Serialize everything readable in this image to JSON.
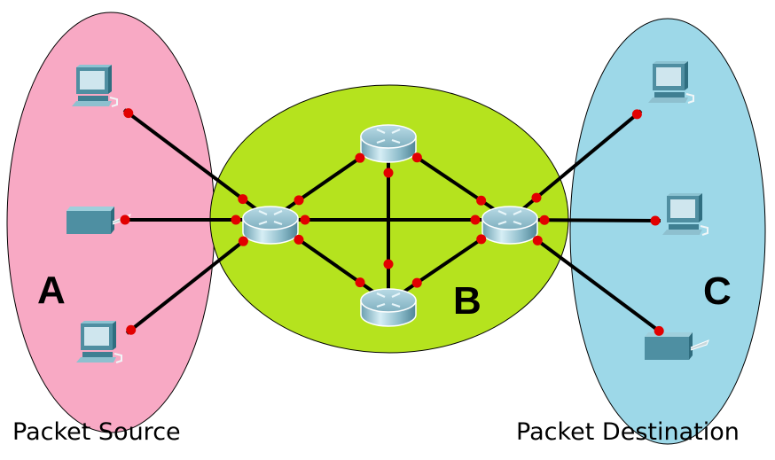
{
  "colors": {
    "zone_a": "#f8a9c4",
    "zone_b": "#b5e31e",
    "zone_c": "#9dd8e8",
    "link": "#000000",
    "port": "#e20000"
  },
  "zones": [
    {
      "id": "A",
      "label": "A",
      "role": "source"
    },
    {
      "id": "B",
      "label": "B",
      "role": "network"
    },
    {
      "id": "C",
      "label": "C",
      "role": "destination"
    }
  ],
  "captions": {
    "source": "Packet Source",
    "destination": "Packet Destination"
  },
  "devices": [
    {
      "id": "a-pc1",
      "type": "pc",
      "zone": "A",
      "icon": "computer-icon"
    },
    {
      "id": "a-srv",
      "type": "server",
      "zone": "A",
      "icon": "server-icon"
    },
    {
      "id": "a-pc2",
      "type": "pc",
      "zone": "A",
      "icon": "computer-icon"
    },
    {
      "id": "r-left",
      "type": "router",
      "zone": "B",
      "icon": "router-icon"
    },
    {
      "id": "r-top",
      "type": "router",
      "zone": "B",
      "icon": "router-icon"
    },
    {
      "id": "r-bottom",
      "type": "router",
      "zone": "B",
      "icon": "router-icon"
    },
    {
      "id": "r-right",
      "type": "router",
      "zone": "B",
      "icon": "router-icon"
    },
    {
      "id": "c-pc1",
      "type": "pc",
      "zone": "C",
      "icon": "computer-icon"
    },
    {
      "id": "c-pc2",
      "type": "pc",
      "zone": "C",
      "icon": "computer-icon"
    },
    {
      "id": "c-srv",
      "type": "server",
      "zone": "C",
      "icon": "server-icon"
    }
  ],
  "links": [
    [
      "a-pc1",
      "r-left"
    ],
    [
      "a-srv",
      "r-left"
    ],
    [
      "a-pc2",
      "r-left"
    ],
    [
      "r-left",
      "r-top"
    ],
    [
      "r-left",
      "r-bottom"
    ],
    [
      "r-left",
      "r-right"
    ],
    [
      "r-top",
      "r-bottom"
    ],
    [
      "r-top",
      "r-right"
    ],
    [
      "r-bottom",
      "r-right"
    ],
    [
      "r-right",
      "c-pc1"
    ],
    [
      "r-right",
      "c-pc2"
    ],
    [
      "r-right",
      "c-srv"
    ]
  ]
}
